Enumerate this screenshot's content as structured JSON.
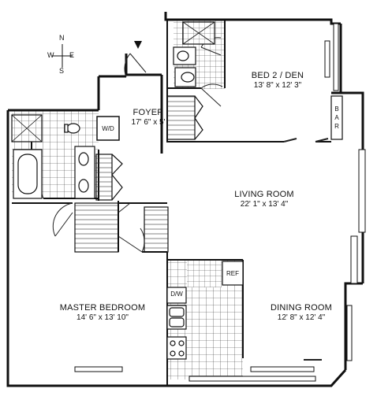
{
  "compass": {
    "north": "N",
    "south": "S",
    "east": "E",
    "west": "W"
  },
  "rooms": {
    "bed2": {
      "name": "BED 2 / DEN",
      "dims": "13' 8\" x 12' 3\""
    },
    "foyer": {
      "name": "FOYER",
      "dims": "17' 6\" x 5'"
    },
    "living": {
      "name": "LIVING ROOM",
      "dims": "22' 1\" x 13' 4\""
    },
    "master": {
      "name": "MASTER BEDROOM",
      "dims": "14' 6\" x 13' 10\""
    },
    "dining": {
      "name": "DINING ROOM",
      "dims": "12' 8\" x 12' 4\""
    }
  },
  "fixtures": {
    "washer_dryer": "W/D",
    "refrigerator": "REF",
    "dishwasher": "D/W",
    "bar": [
      "B",
      "A",
      "R"
    ]
  },
  "colors": {
    "wall": "#111111",
    "line": "#222222"
  }
}
